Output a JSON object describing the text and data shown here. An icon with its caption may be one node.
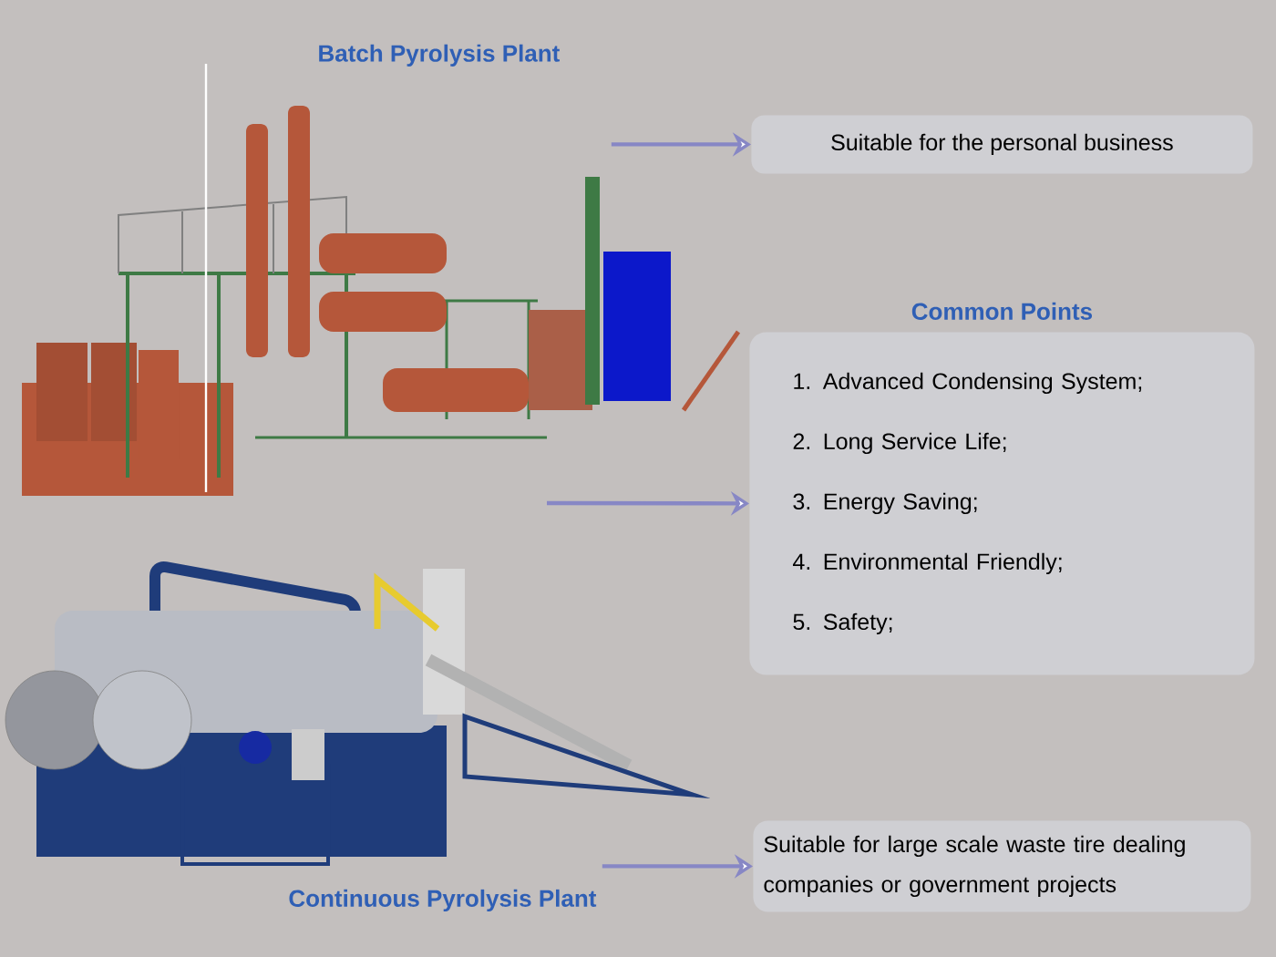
{
  "diagram": {
    "nodes": [
      {
        "text": [
          "Batch Pyrolysis Plant"
        ]
      },
      {
        "text": [
          "Suitable for the personal business"
        ]
      },
      {
        "text": [
          "Common Points",
          "1. Advanced Condensing System;",
          "2. Long Service Life;",
          "3. Energy Saving;",
          "4. Environmental Friendly;",
          "5. Safety;"
        ]
      },
      {
        "text": [
          "Continuous Pyrolysis Plant"
        ]
      },
      {
        "text": [
          "Suitable for large scale waste tire dealing companies or government projects"
        ]
      }
    ],
    "edges": [
      {
        "from": 0,
        "to": 1,
        "arrow": "to"
      },
      {
        "from": null,
        "to": 2,
        "arrow": "to"
      },
      {
        "from": 3,
        "to": 4,
        "arrow": "to"
      }
    ]
  }
}
